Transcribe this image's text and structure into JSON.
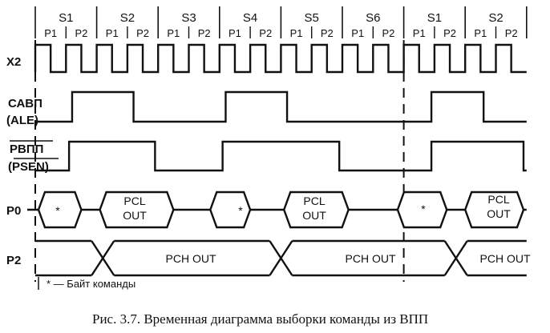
{
  "states": [
    {
      "name": "S1",
      "phases": [
        "P1",
        "P2"
      ]
    },
    {
      "name": "S2",
      "phases": [
        "P1",
        "P2"
      ]
    },
    {
      "name": "S3",
      "phases": [
        "P1",
        "P2"
      ]
    },
    {
      "name": "S4",
      "phases": [
        "P1",
        "P2"
      ]
    },
    {
      "name": "S5",
      "phases": [
        "P1",
        "P2"
      ]
    },
    {
      "name": "S6",
      "phases": [
        "P1",
        "P2"
      ]
    },
    {
      "name": "S1",
      "phases": [
        "P1",
        "P2"
      ]
    },
    {
      "name": "S2",
      "phases": [
        "P1",
        "P2"
      ]
    }
  ],
  "signals": {
    "x2": {
      "label": "X2"
    },
    "ale": {
      "label_ru": "САВП",
      "label_en": "(ALE)"
    },
    "psen": {
      "label_ru": "РВПП",
      "label_en": "(PSEN)"
    },
    "p0": {
      "label": "P0",
      "cmd_mark": "*",
      "out_line1": "PCL",
      "out_line2": "OUT"
    },
    "p2": {
      "label": "P2",
      "out_text": "PCH OUT"
    }
  },
  "footnote": "* — Байт команды",
  "caption": "Рис. 3.7. Временная диаграмма выборки команды из ВПП"
}
